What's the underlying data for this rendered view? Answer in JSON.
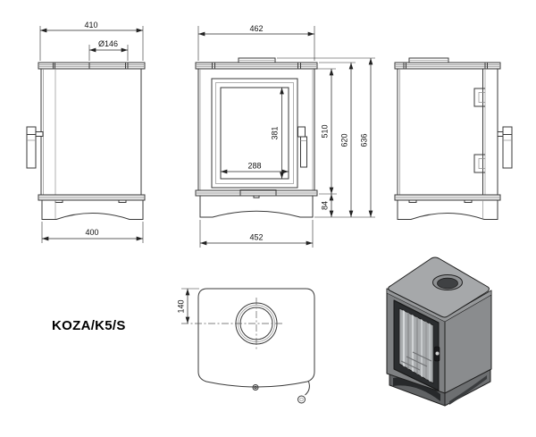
{
  "title": "KOZA/K5/S",
  "views": {
    "side_left": {
      "depth_top": "410",
      "flue_diameter": "Ø146",
      "depth_bottom": "400"
    },
    "front": {
      "width_top": "462",
      "glass_height": "381",
      "glass_width": "288",
      "firebox_front_height": "510",
      "base_height": "84",
      "body_height": "620",
      "total_height": "636",
      "width_bottom": "452"
    },
    "top": {
      "flue_center_offset": "140"
    }
  },
  "colors": {
    "background": "#ffffff",
    "drawing_line": "#3a3a3a",
    "dimension_line": "#2a2a2a",
    "text": "#111111",
    "render_top_grey": "#a6a8aa",
    "render_side_grey": "#8a8c8e",
    "render_front_grey": "#7e8082",
    "render_door_dark": "#2b2d2f",
    "render_base_grey": "#6f7173"
  }
}
